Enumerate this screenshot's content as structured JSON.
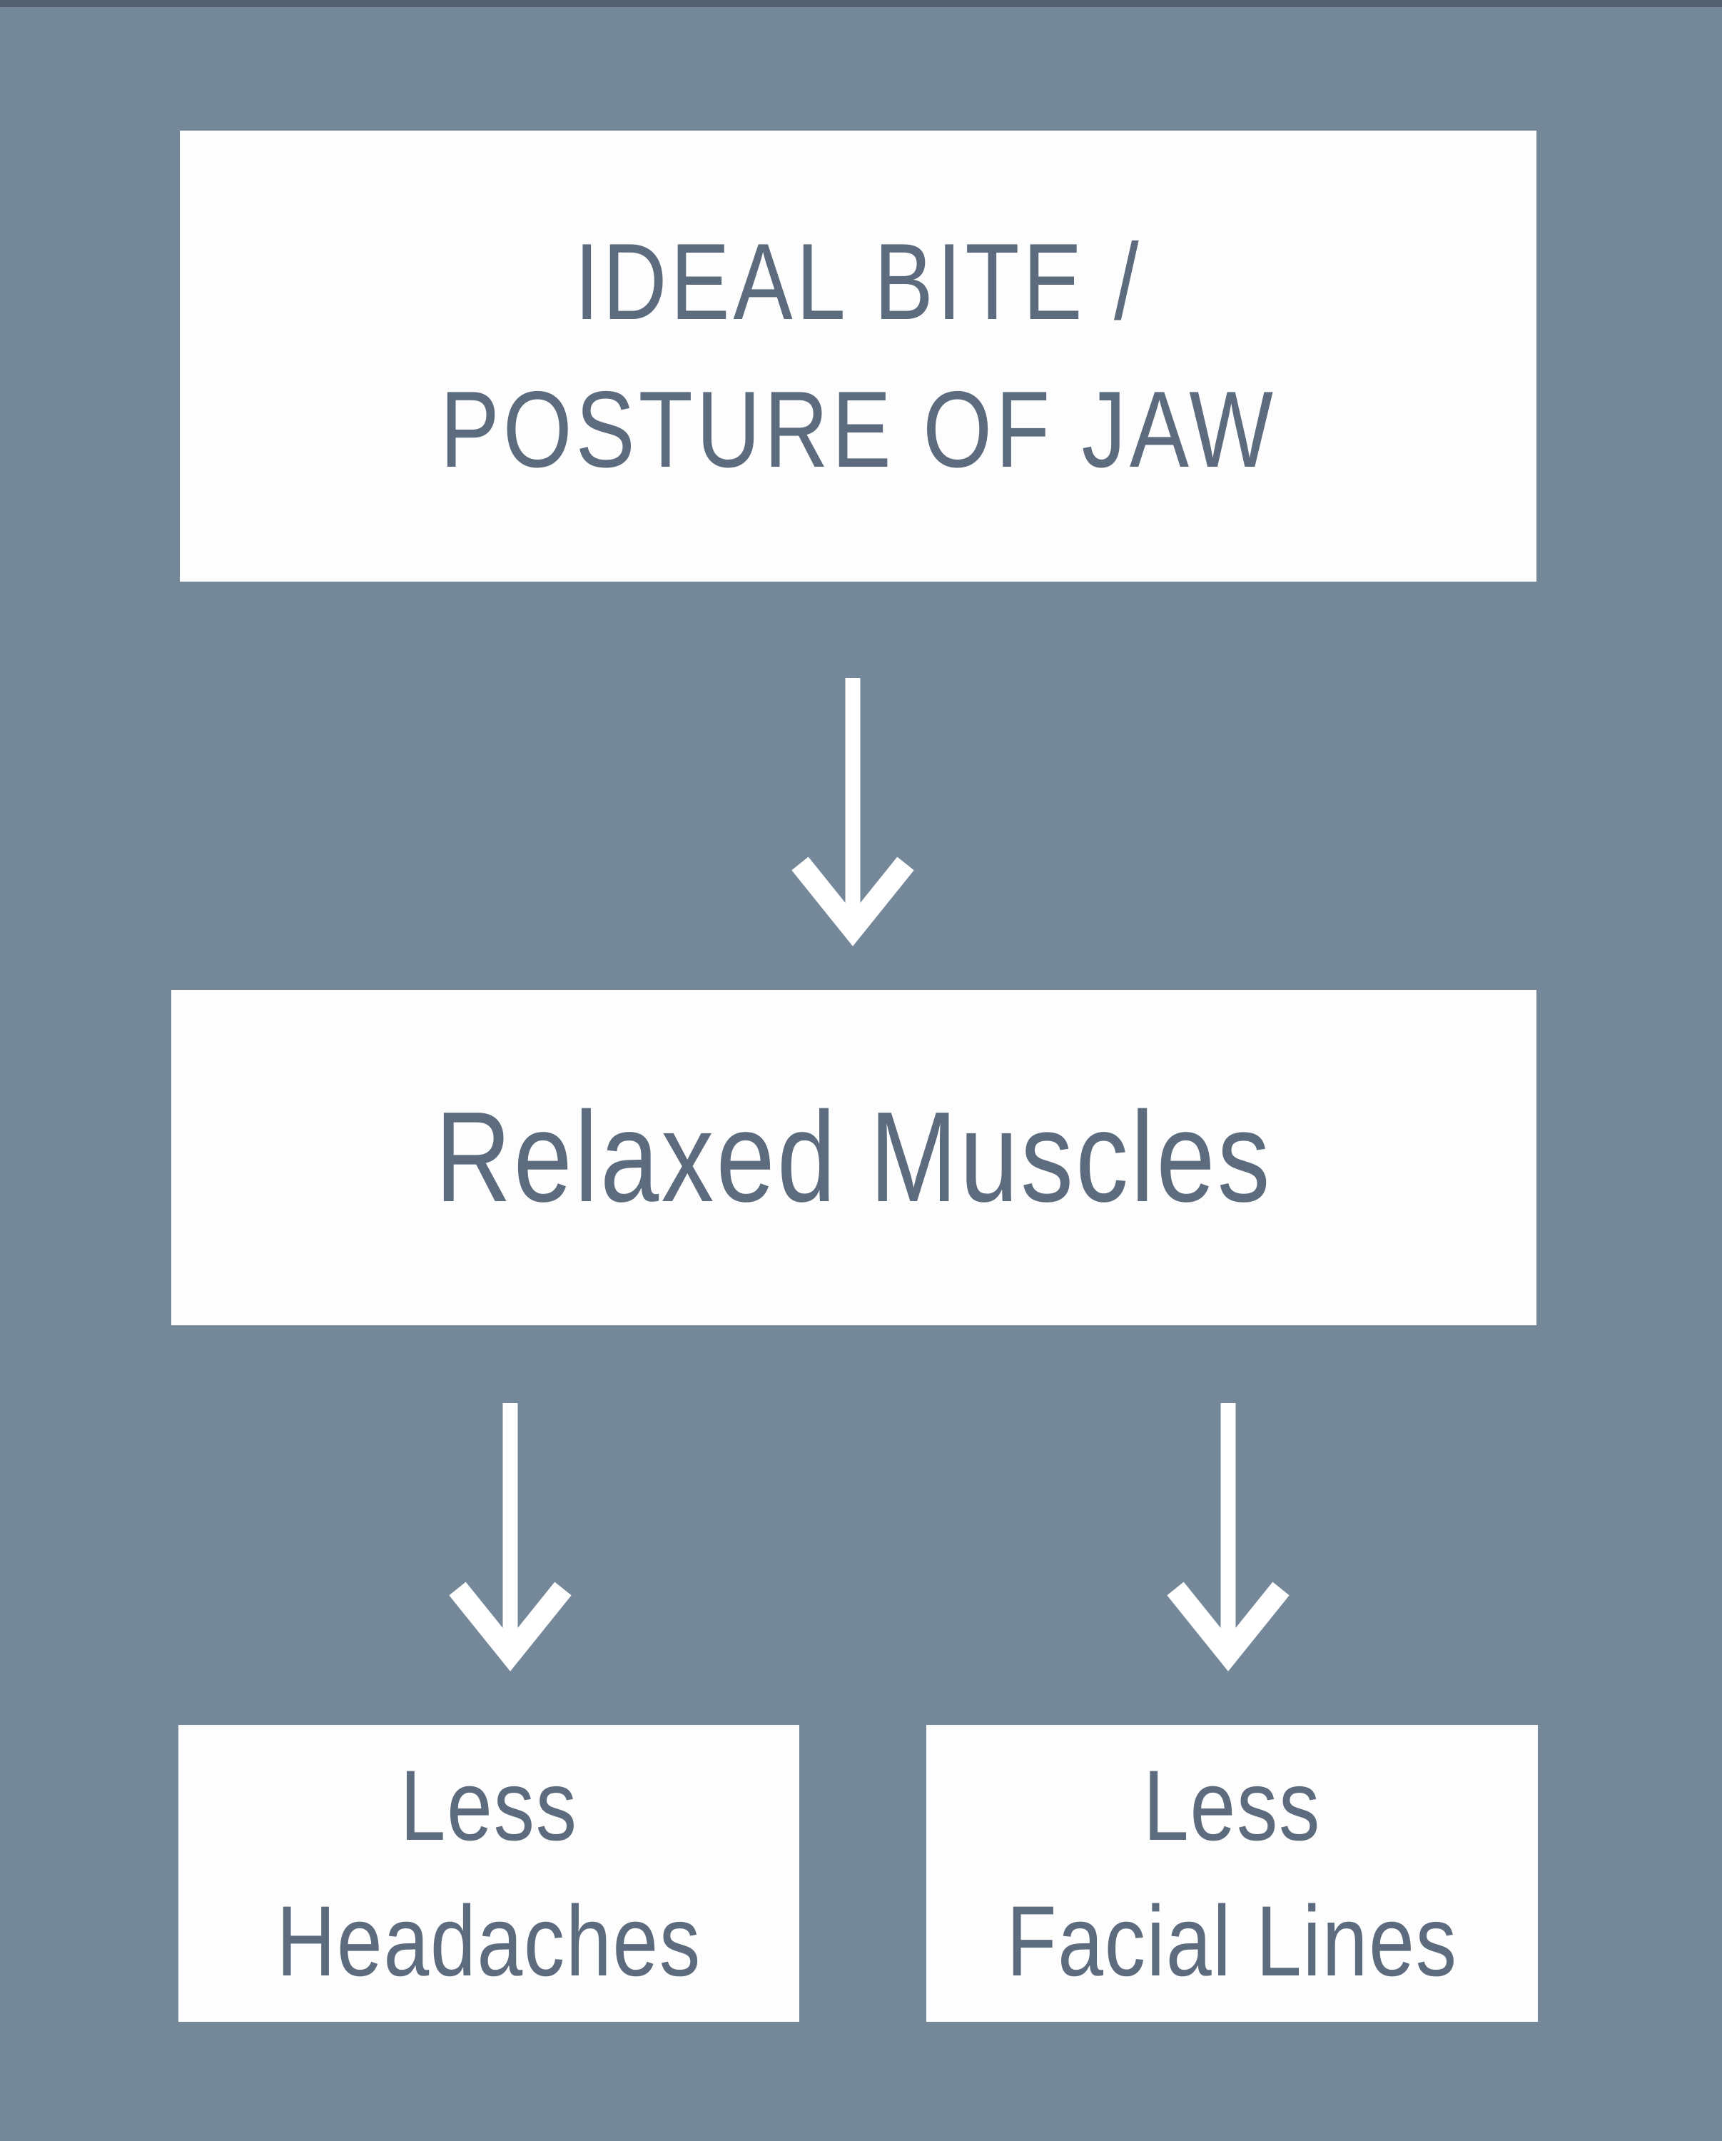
{
  "colors": {
    "background": "#74889A",
    "top_strip": "#55616E",
    "node_fill": "#FDFDFD",
    "node_text": "#5C6B7D",
    "arrow": "#FFFFFF"
  },
  "diagram": {
    "type": "flowchart",
    "direction": "top-down"
  },
  "nodes": {
    "ideal_bite": {
      "line1": "IDEAL BITE /",
      "line2": "POSTURE OF JAW"
    },
    "relaxed_muscles": {
      "label": "Relaxed Muscles"
    },
    "less_headaches": {
      "line1": "Less",
      "line2": "Headaches"
    },
    "less_facial_lines": {
      "line1": "Less",
      "line2": "Facial Lines"
    }
  },
  "icons": {
    "arrow_main": "arrow-down-icon",
    "arrow_left": "arrow-down-icon",
    "arrow_right": "arrow-down-icon"
  }
}
